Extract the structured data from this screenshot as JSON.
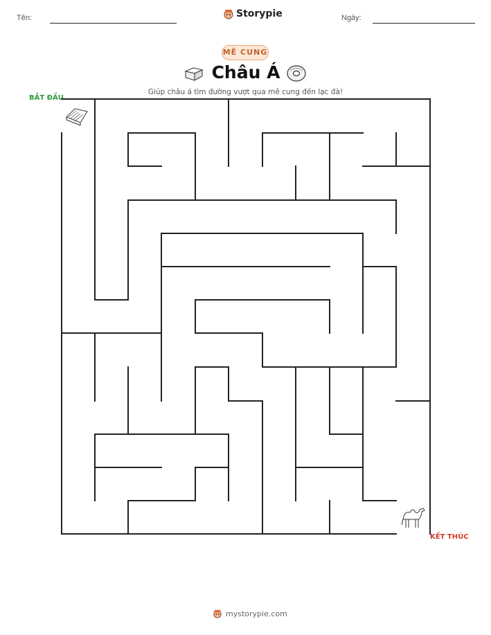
{
  "header": {
    "name_label": "Tên:",
    "date_label": "Ngày:",
    "brand": "Storypie",
    "brand_icon": "storypie-mascot-icon"
  },
  "badge": "MÊ CUNG",
  "title": "Châu Á",
  "title_icons": [
    "tofu-block-icon",
    "donut-icon"
  ],
  "subtitle": "Giúp châu á tìm đường vượt qua mê cung đến lạc đà!",
  "maze": {
    "start_label": "BẮT ĐẦU",
    "end_label": "KẾT THÚC",
    "start_icon": "cloth-bundle-icon",
    "end_icon": "camel-icon",
    "accent_start": "#2b9a3a",
    "accent_end": "#d23b2b"
  },
  "footer": {
    "site": "mystorypie.com",
    "icon": "storypie-mascot-icon"
  }
}
